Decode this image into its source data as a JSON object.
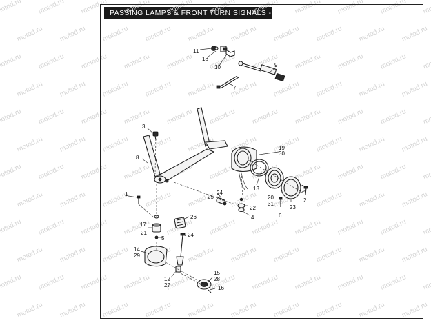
{
  "title": "PASSING LAMPS & FRONT TURN SIGNALS - FLSTC/I",
  "watermark": "motod.ru",
  "callouts": {
    "c1": "1",
    "c2": "2",
    "c3": "3",
    "c4": "4",
    "c5": "5",
    "c6": "6",
    "c7": "7",
    "c8": "8",
    "c9": "9",
    "c10": "10",
    "c11": "11",
    "c12": "12",
    "c13": "13",
    "c14": "14",
    "c15": "15",
    "c16": "16",
    "c17": "17",
    "c18": "18",
    "c19": "19",
    "c20": "20",
    "c21": "21",
    "c22": "22",
    "c23": "23",
    "c24a": "24",
    "c24b": "24",
    "c25": "25",
    "c26": "26",
    "c27": "27",
    "c28": "28",
    "c29": "29",
    "c30": "30",
    "c31": "31"
  }
}
